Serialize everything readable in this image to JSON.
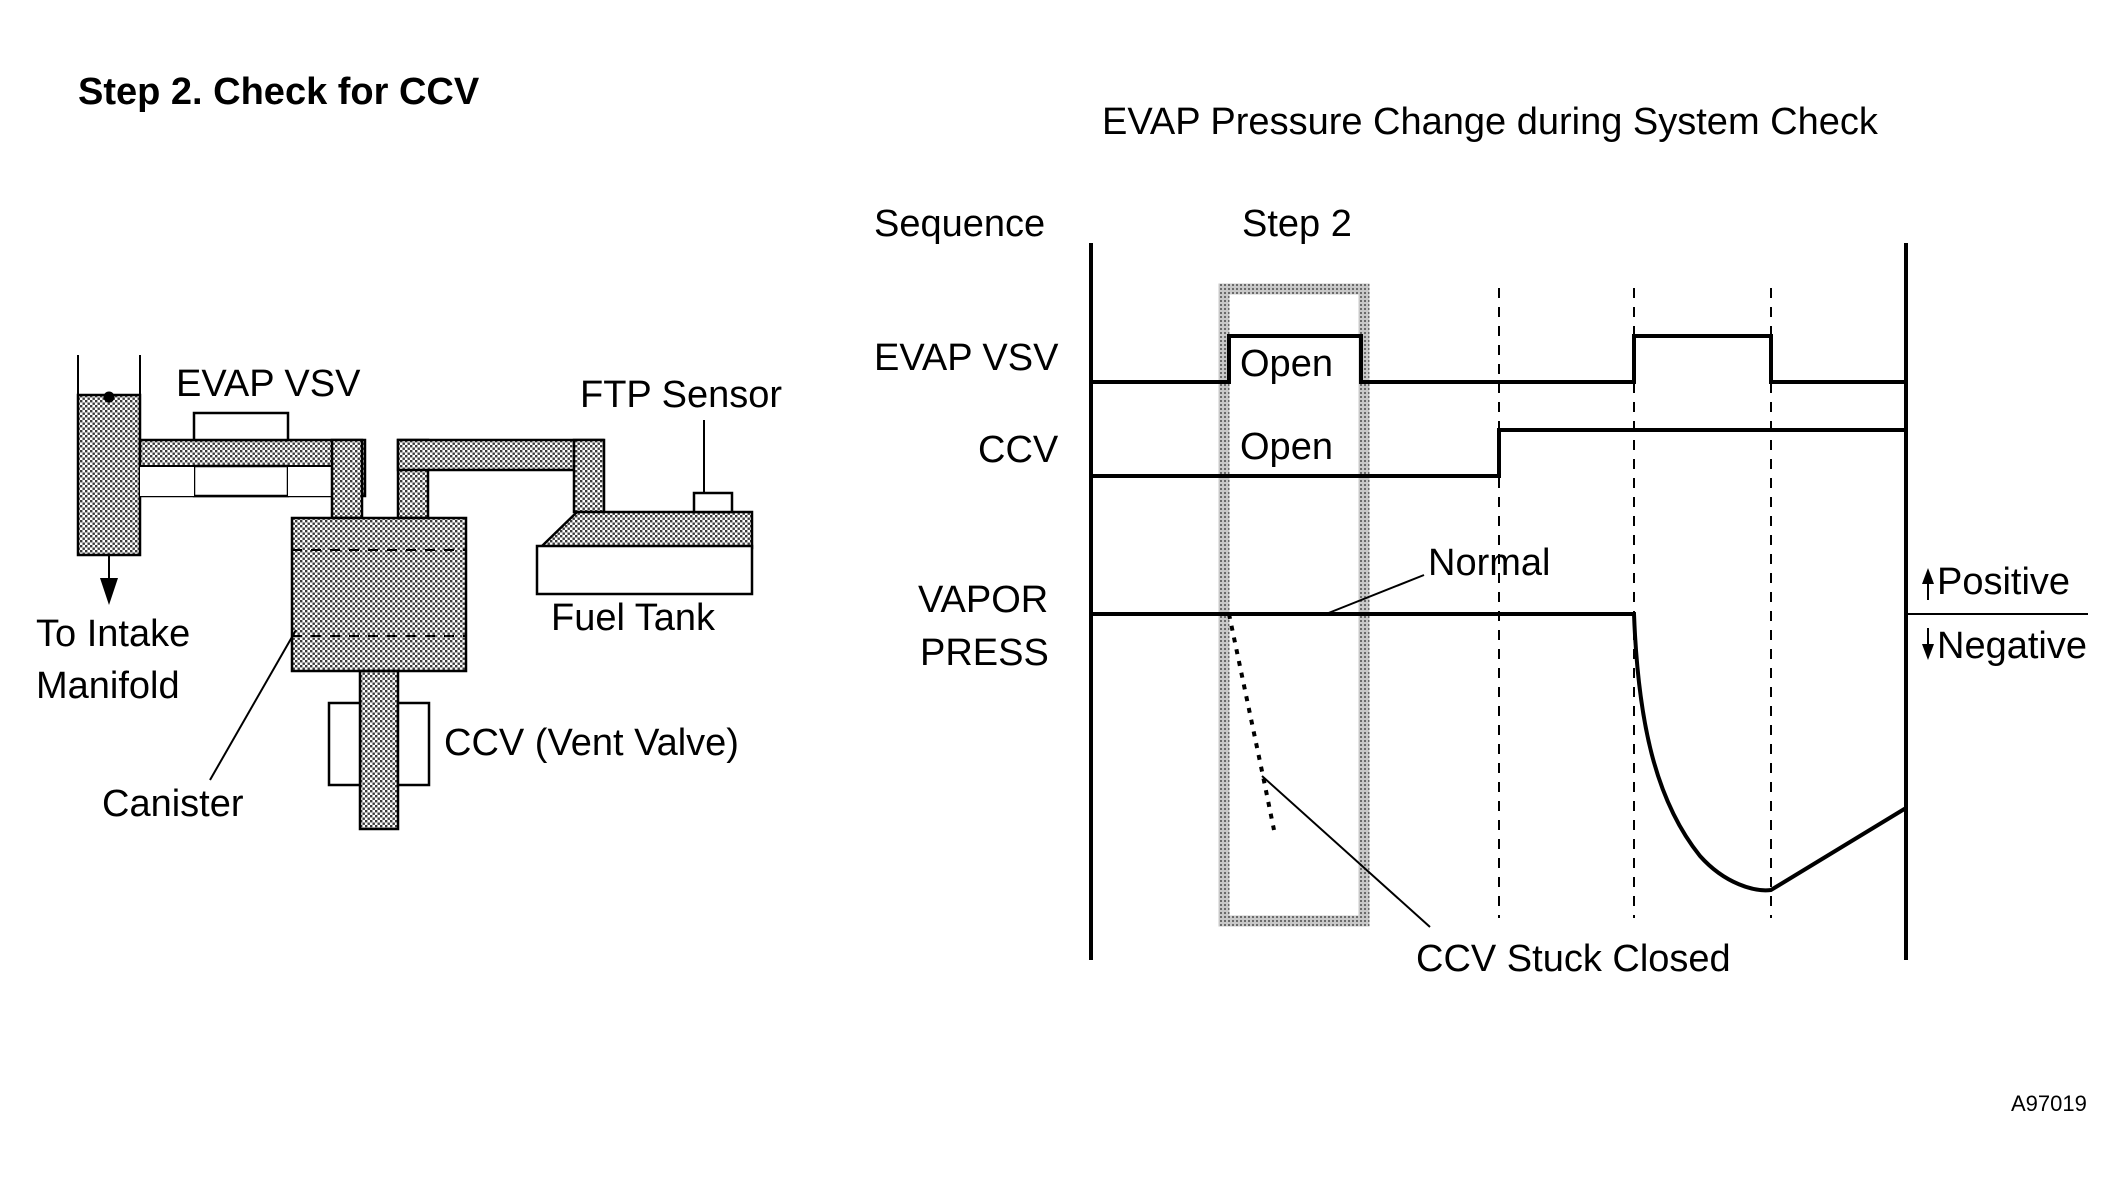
{
  "heading": "Step 2. Check for CCV",
  "schematic": {
    "evap_vsv": "EVAP VSV",
    "ftp_sensor": "FTP Sensor",
    "to_intake_1": "To Intake",
    "to_intake_2": "Manifold",
    "fuel_tank": "Fuel Tank",
    "ccv": "CCV (Vent Valve)",
    "canister": "Canister"
  },
  "timing": {
    "title": "EVAP Pressure Change during System Check",
    "sequence": "Sequence",
    "step": "Step 2",
    "row_evap_vsv": "EVAP VSV",
    "row_ccv": "CCV",
    "row_vapor_1": "VAPOR",
    "row_vapor_2": "PRESS",
    "open_vsv": "Open",
    "open_ccv": "Open",
    "normal": "Normal",
    "positive": "Positive",
    "negative": "Negative",
    "ccv_stuck": "CCV Stuck Closed"
  },
  "figure_id": "A97019",
  "colors": {
    "ink": "#000000",
    "shade": "#8a8a8a",
    "background": "#ffffff"
  }
}
